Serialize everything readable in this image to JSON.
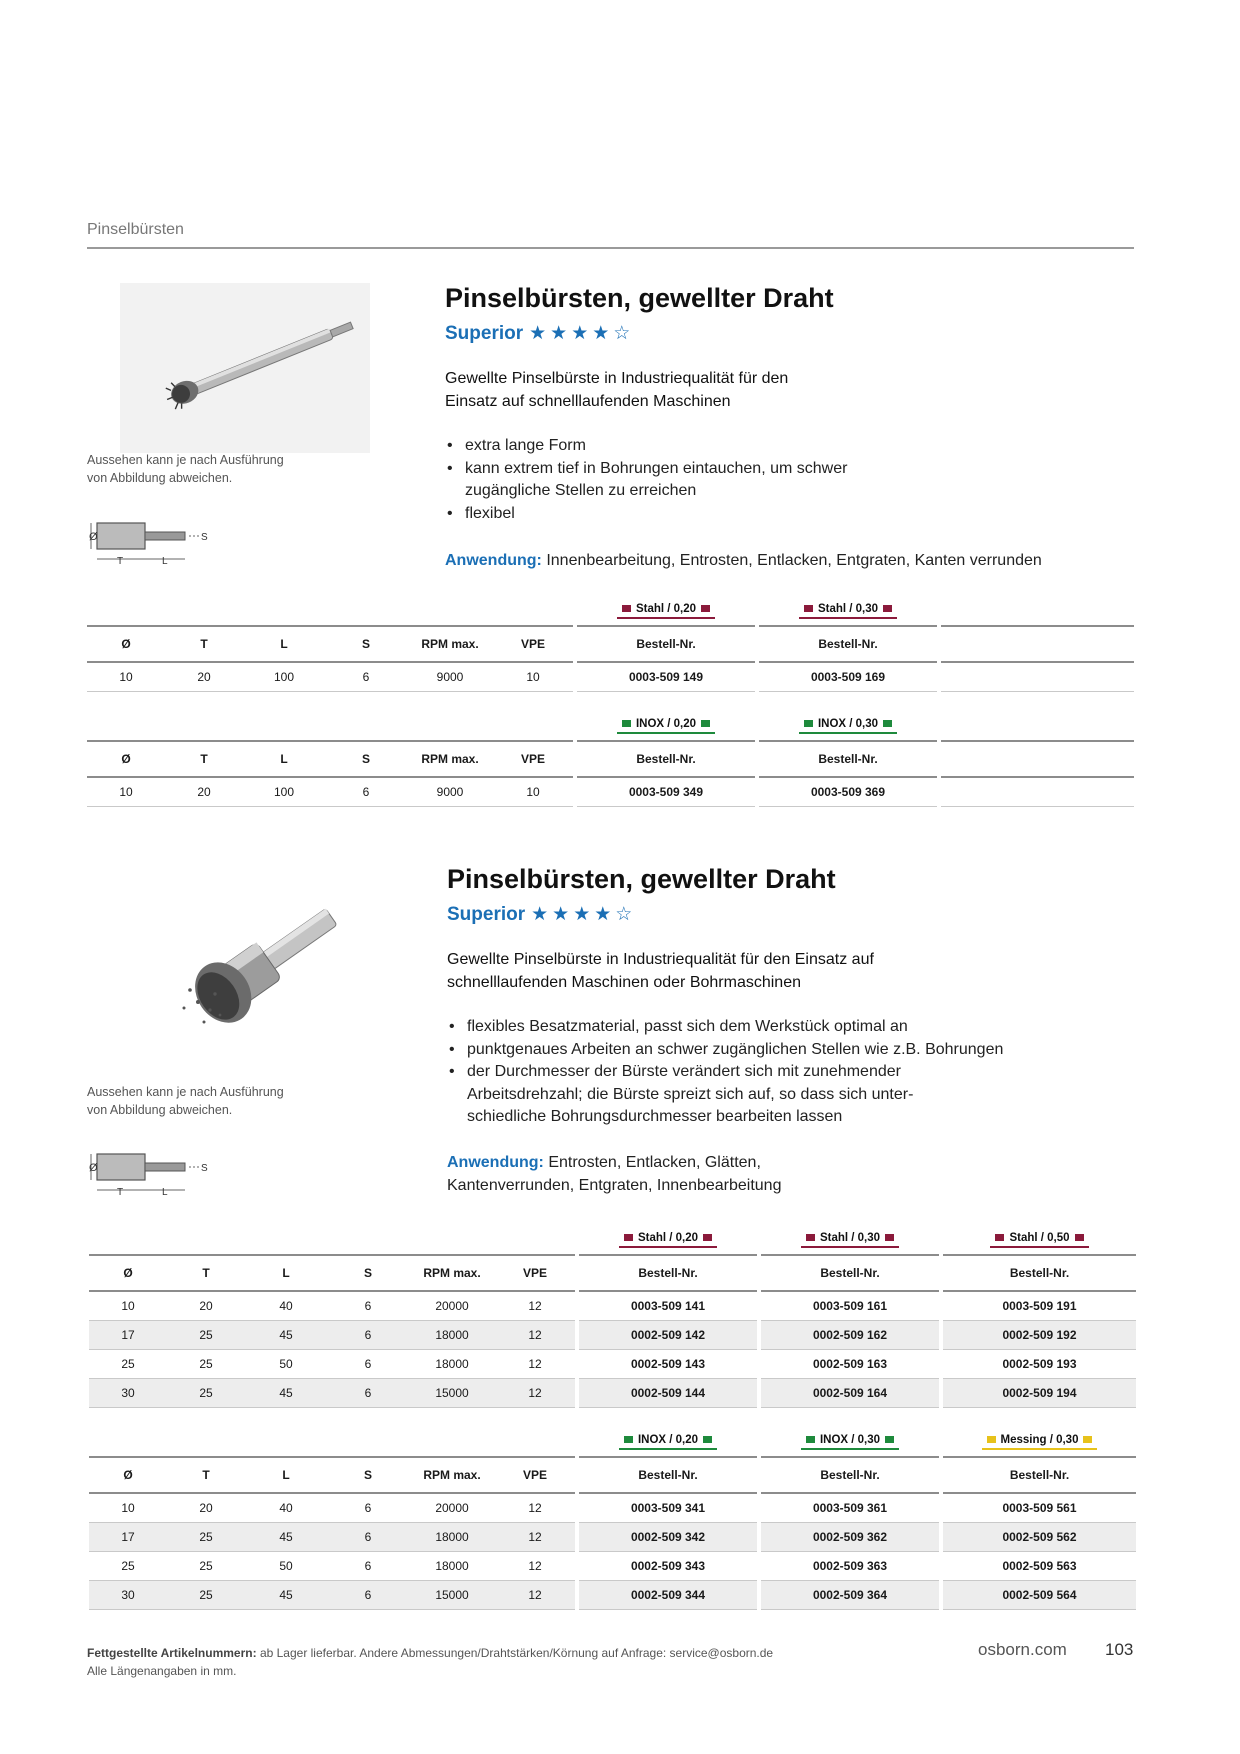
{
  "header": {
    "section": "Pinselbürsten"
  },
  "products": [
    {
      "title": "Pinselbürsten, gewellter Draht",
      "quality": "Superior",
      "stars": "★★★★☆",
      "description": [
        "Gewellte Pinselbürste in Industriequalität für den",
        "Einsatz auf schnelllaufenden Maschinen"
      ],
      "bullets": [
        "extra lange Form",
        "kann extrem tief in Bohrungen eintauchen, um schwer",
        "zugängliche Stellen zu erreichen",
        "flexibel"
      ],
      "application_label": "Anwendung:",
      "application_text": "Innenbearbeitung, Entrosten, Entlacken, Entgraten, Kanten verrunden",
      "image_note": [
        "Aussehen kann je nach Ausführung",
        "von Abbildung abweichen."
      ],
      "tables": [
        {
          "materials": [
            "Stahl / 0,20",
            "Stahl / 0,30"
          ],
          "columns": [
            "Ø",
            "T",
            "L",
            "S",
            "RPM max.",
            "VPE",
            "Bestell-Nr.",
            "Bestell-Nr."
          ],
          "rows": [
            [
              "10",
              "20",
              "100",
              "6",
              "9000",
              "10",
              "0003-509 149",
              "0003-509 169"
            ]
          ]
        },
        {
          "materials": [
            "INOX / 0,20",
            "INOX / 0,30"
          ],
          "columns": [
            "Ø",
            "T",
            "L",
            "S",
            "RPM max.",
            "VPE",
            "Bestell-Nr.",
            "Bestell-Nr."
          ],
          "rows": [
            [
              "10",
              "20",
              "100",
              "6",
              "9000",
              "10",
              "0003-509 349",
              "0003-509 369"
            ]
          ]
        }
      ]
    },
    {
      "title": "Pinselbürsten, gewellter Draht",
      "quality": "Superior",
      "stars": "★★★★☆",
      "description": [
        "Gewellte Pinselbürste in Industriequalität für den Einsatz auf",
        "schnelllaufenden Maschinen oder Bohrmaschinen"
      ],
      "bullets": [
        "flexibles Besatzmaterial, passt sich dem Werkstück optimal an",
        "punktgenaues Arbeiten an schwer zugänglichen Stellen wie z.B. Bohrungen",
        "der Durchmesser der Bürste verändert sich mit zunehmender",
        "Arbeitsdrehzahl; die Bürste spreizt sich auf, so dass sich unter-",
        "schiedliche Bohrungsdurchmesser bearbeiten lassen"
      ],
      "application_label": "Anwendung:",
      "application_text": "Entrosten, Entlacken, Glätten,",
      "application_text2": "Kantenverrunden, Entgraten, Innenbearbeitung",
      "image_note": [
        "Aussehen kann je nach Ausführung",
        "von Abbildung abweichen."
      ],
      "tables": [
        {
          "materials": [
            "Stahl / 0,20",
            "Stahl / 0,30",
            "Stahl / 0,50"
          ],
          "columns": [
            "Ø",
            "T",
            "L",
            "S",
            "RPM max.",
            "VPE",
            "Bestell-Nr.",
            "Bestell-Nr.",
            "Bestell-Nr."
          ],
          "rows": [
            [
              "10",
              "20",
              "40",
              "6",
              "20000",
              "12",
              "0003-509 141",
              "0003-509 161",
              "0003-509 191"
            ],
            [
              "17",
              "25",
              "45",
              "6",
              "18000",
              "12",
              "0002-509 142",
              "0002-509 162",
              "0002-509 192"
            ],
            [
              "25",
              "25",
              "50",
              "6",
              "18000",
              "12",
              "0002-509 143",
              "0002-509 163",
              "0002-509 193"
            ],
            [
              "30",
              "25",
              "45",
              "6",
              "15000",
              "12",
              "0002-509 144",
              "0002-509 164",
              "0002-509 194"
            ]
          ]
        },
        {
          "materials": [
            "INOX / 0,20",
            "INOX / 0,30",
            "Messing / 0,30"
          ],
          "columns": [
            "Ø",
            "T",
            "L",
            "S",
            "RPM max.",
            "VPE",
            "Bestell-Nr.",
            "Bestell-Nr.",
            "Bestell-Nr."
          ],
          "rows": [
            [
              "10",
              "20",
              "40",
              "6",
              "20000",
              "12",
              "0003-509 341",
              "0003-509 361",
              "0003-509 561"
            ],
            [
              "17",
              "25",
              "45",
              "6",
              "18000",
              "12",
              "0002-509 342",
              "0002-509 362",
              "0002-509 562"
            ],
            [
              "25",
              "25",
              "50",
              "6",
              "18000",
              "12",
              "0002-509 343",
              "0002-509 363",
              "0002-509 563"
            ],
            [
              "30",
              "25",
              "45",
              "6",
              "15000",
              "12",
              "0002-509 344",
              "0002-509 364",
              "0002-509 564"
            ]
          ]
        }
      ]
    }
  ],
  "diagram": {
    "labels": [
      "Ø",
      "T",
      "L",
      "S"
    ]
  },
  "colors": {
    "stahl": "#8b1a3b",
    "inox": "#1e8a3c",
    "messing": "#e7c21b",
    "brand_blue": "#1b6fb5"
  },
  "footer": {
    "note_bold": "Fettgestellte Artikelnummern:",
    "note_text": "ab Lager lieferbar. Andere Abmessungen/Drahtstärken/Körnung auf Anfrage: service@osborn.de",
    "note_line2": "Alle Längenangaben in mm.",
    "site": "osborn.com",
    "page": "103"
  }
}
